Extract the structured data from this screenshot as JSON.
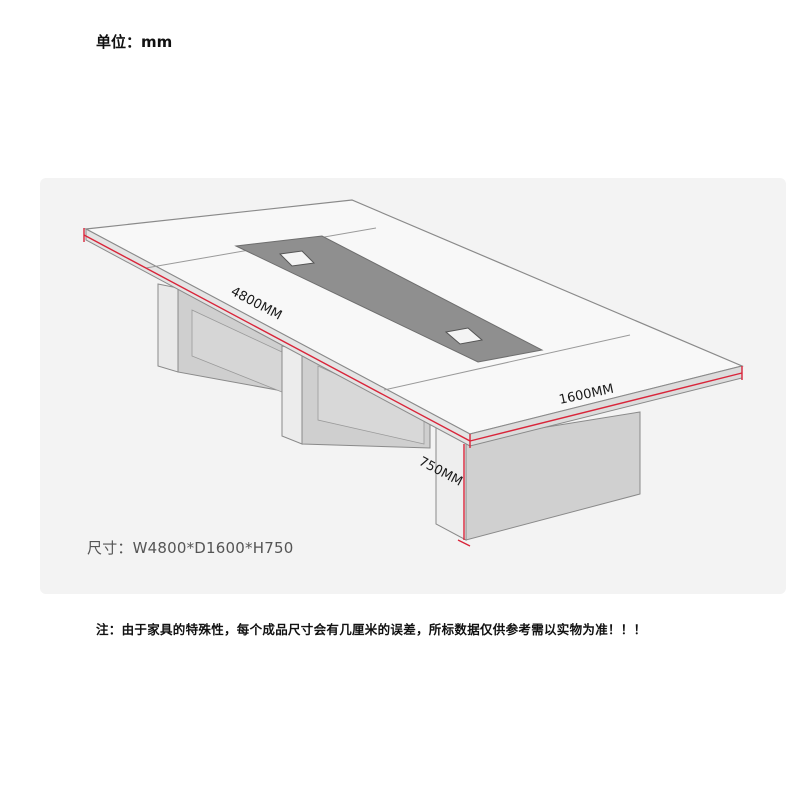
{
  "unit_label": "单位：mm",
  "dimensions": {
    "length_label": "4800MM",
    "depth_label": "1600MM",
    "height_label": "750MM"
  },
  "size_label": "尺寸：W4800*D1600*H750",
  "note": "注：由于家具的特殊性，每个成品尺寸会有几厘米的误差，所标数据仅供参考需以实物为准！！！",
  "colors": {
    "dimension_line": "#d9253a",
    "top_fill": "#f7f7f7",
    "top_stroke": "#8a8a8a",
    "center_strip": "#8f8f8f",
    "leg_front": "#cfcfcf",
    "leg_side": "#e3e3e3",
    "panel_bg": "#f3f3f3"
  }
}
